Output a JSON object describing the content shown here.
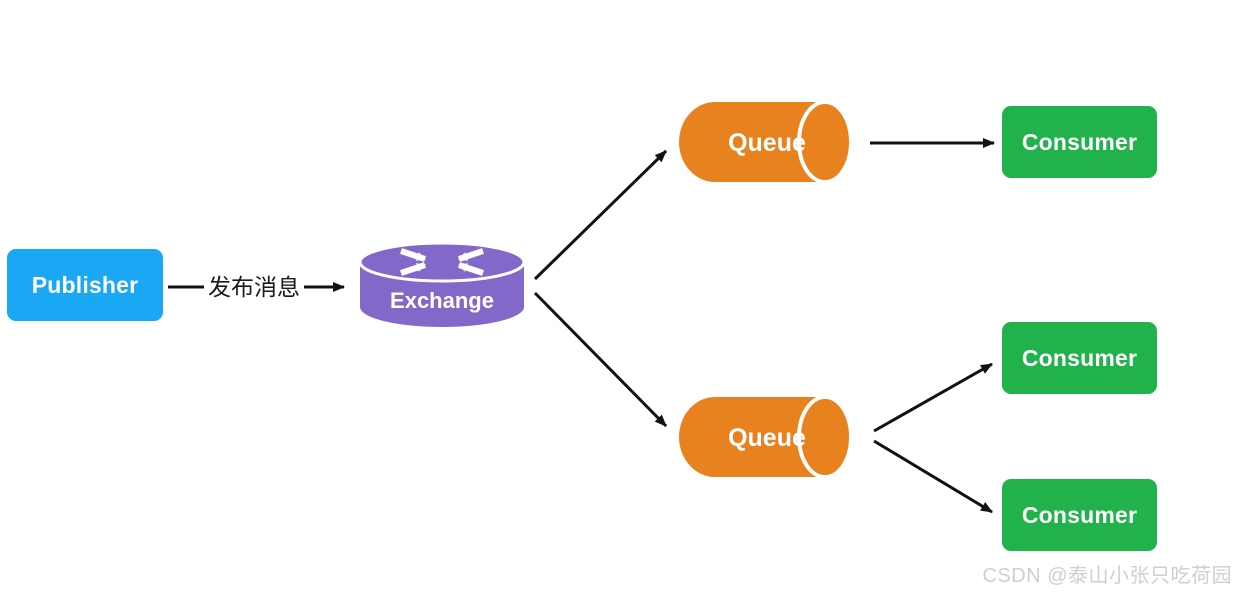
{
  "nodes": {
    "publisher": {
      "label": "Publisher"
    },
    "exchange": {
      "label": "Exchange",
      "icon": "routing-arrows-icon"
    },
    "queues": [
      {
        "label": "Queue"
      },
      {
        "label": "Queue"
      }
    ],
    "consumers": [
      {
        "label": "Consumer"
      },
      {
        "label": "Consumer"
      },
      {
        "label": "Consumer"
      }
    ]
  },
  "edges": {
    "publish_label": "发布消息"
  },
  "colors": {
    "publisher": "#1aa7f3",
    "exchange": "#8268c8",
    "queue": "#e8821f",
    "consumer": "#21b24c",
    "arrow": "#111111",
    "watermark": "#cfcfcf"
  },
  "watermark": {
    "text": "CSDN @泰山小张只吃荷园"
  }
}
